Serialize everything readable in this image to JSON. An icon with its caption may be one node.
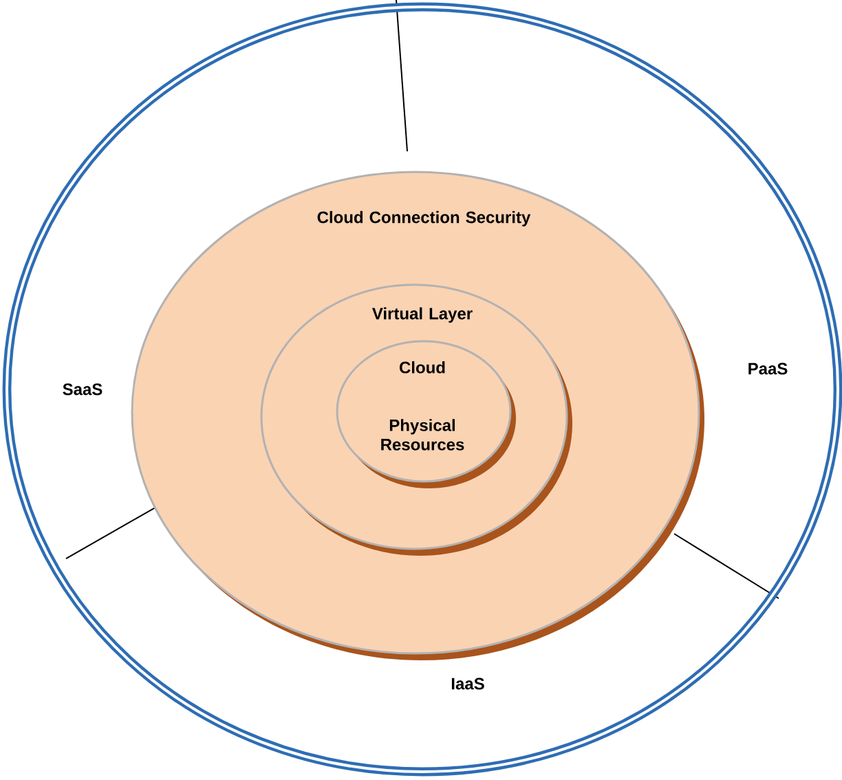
{
  "diagram": {
    "nodes": [
      {
        "text": [],
        "shape": "circle"
      },
      {
        "text": [
          "Cloud Connection Security"
        ],
        "in": 0
      },
      {
        "text": [
          "Virtual Layer"
        ],
        "in": 1
      },
      {
        "text": [
          "Cloud",
          "Physical Resources"
        ],
        "in": 2
      }
    ],
    "labels": [
      "SaaS",
      "PaaS",
      "IaaS"
    ]
  }
}
